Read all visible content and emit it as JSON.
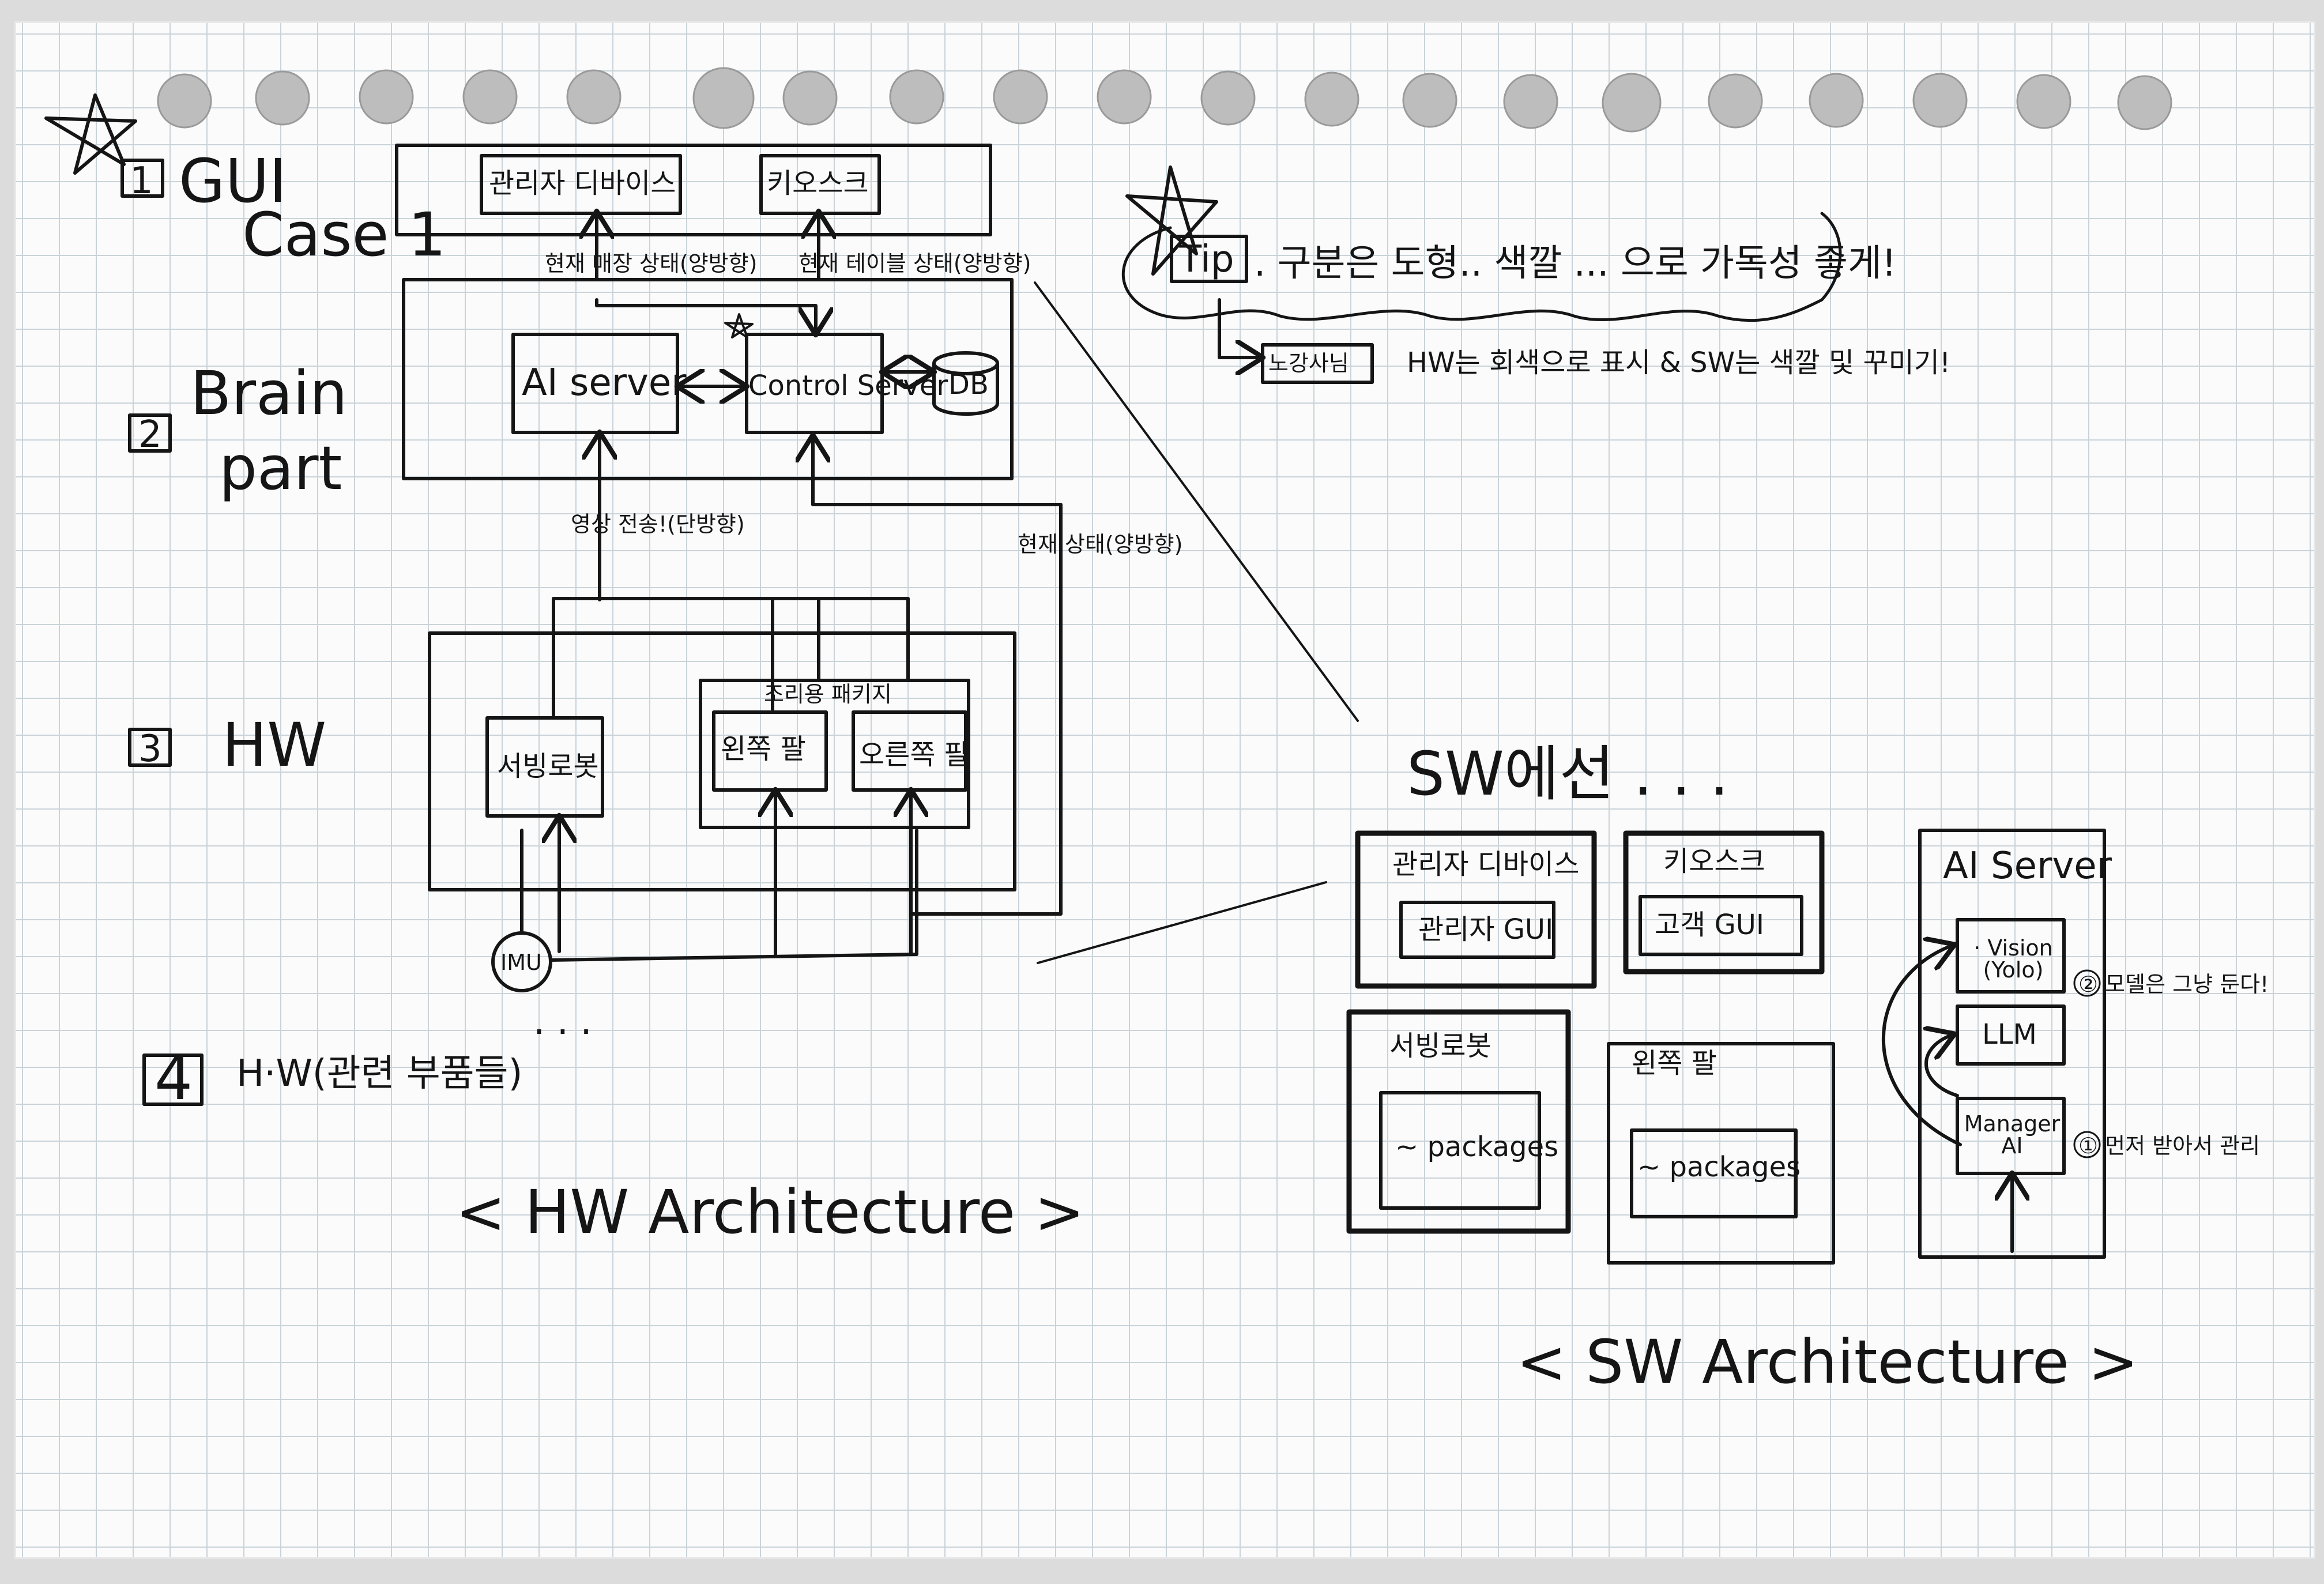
{
  "hw_diagram": {
    "sections": [
      {
        "number": "1",
        "title": "GUI",
        "subtitle": "Case 1"
      },
      {
        "number": "2",
        "title": "Brain",
        "subtitle": "part"
      },
      {
        "number": "3",
        "title": "HW",
        "subtitle": ""
      },
      {
        "number": "4",
        "title": "H·W(관련 부품들)",
        "subtitle": ""
      }
    ],
    "gui_boxes": [
      "관리자 디바이스",
      "키오스크"
    ],
    "brain_boxes": {
      "ai_server": "AI server",
      "control_server": "Control Server",
      "db": "DB"
    },
    "hw_boxes": {
      "serving_robot": "서빙로봇",
      "cook_package": "조리용 패키지",
      "left_arm": "왼쪽 팔",
      "right_arm": "오른쪽 팔",
      "imu": "IMU"
    },
    "edge_labels": {
      "gui_status_1": "현재 매장 상태(양방향)",
      "gui_status_2": "현재 테이블 상태(양방향)",
      "video_stream": "영상 전송!(단방향)",
      "hw_status": "현재 상태(양방향)"
    },
    "ellipsis": ". . .",
    "caption": "< HW Architecture >"
  },
  "tip": {
    "label": "Tip",
    "text": ". 구분은 도형.. 색깔 ... 으로 가독성 좋게!",
    "idea_tag": "노강사님",
    "idea_text": "HW는 회색으로 표시 & SW는 색깔 및 꾸미기!"
  },
  "sw_diagram": {
    "intro": "SW에선 . . .",
    "boxes": [
      {
        "title": "관리자 디바이스",
        "inner": "관리자 GUI"
      },
      {
        "title": "키오스크",
        "inner": "고객 GUI"
      },
      {
        "title": "서빙로봇",
        "inner": "~ packages"
      },
      {
        "title": "왼쪽 팔",
        "inner": "~ packages"
      }
    ],
    "ai_server": {
      "title": "AI Server",
      "modules": [
        "· Vision (Yolo)",
        "LLM",
        "Manager AI"
      ],
      "notes": [
        "② 모델은 그냥 둔다!",
        "① 먼저 받아서 관리"
      ]
    },
    "caption": "< SW Architecture >"
  }
}
